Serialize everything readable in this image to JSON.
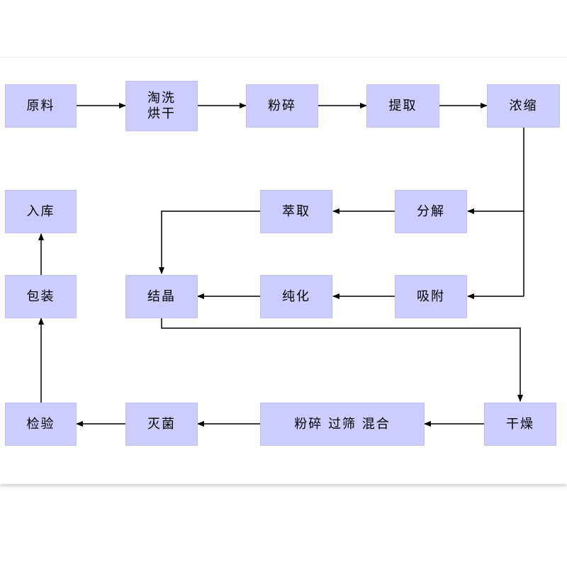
{
  "nodes": {
    "raw_material": "原料",
    "wash_dry": "淘洗\n烘干",
    "crush_1": "粉碎",
    "extract": "提取",
    "concentrate": "浓缩",
    "decompose": "分解",
    "solvent_extract": "萃取",
    "adsorb": "吸附",
    "purify": "纯化",
    "crystallize": "结晶",
    "dry": "干燥",
    "crush_sieve_mix": "粉碎  过筛  混合",
    "sterilize": "灭菌",
    "inspect": "检验",
    "package": "包装",
    "store": "入库"
  },
  "colors": {
    "node_fill": "#ccccff",
    "line": "#000000"
  }
}
